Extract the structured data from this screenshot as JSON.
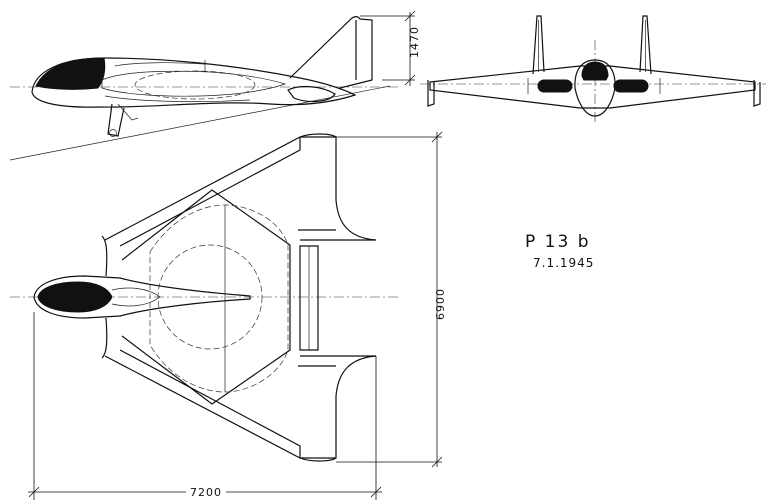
{
  "designation": "P 13 b",
  "date": "7.1.1945",
  "dimensions": {
    "span": "7200",
    "length": "6900",
    "height": "1470"
  }
}
